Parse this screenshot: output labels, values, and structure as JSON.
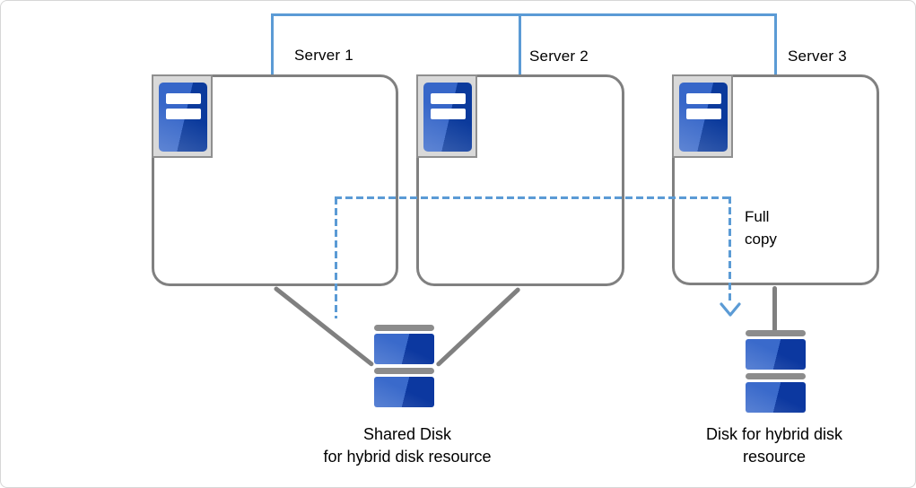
{
  "diagram": {
    "servers": [
      {
        "label": "Server 1"
      },
      {
        "label": "Server 2"
      },
      {
        "label": "Server 3"
      }
    ],
    "full_copy_label": "Full copy",
    "shared_disk_caption": {
      "line1": "Shared Disk",
      "line2": "for hybrid disk resource"
    },
    "standby_disk_caption": {
      "line1": "Disk for hybrid disk",
      "line2": "resource"
    },
    "icons": {
      "server_icon": "server-icon",
      "shared_disk_icon": "disk-stack-icon",
      "standby_disk_icon": "disk-stack-icon",
      "full_copy_arrow": "arrow-down-icon"
    },
    "colors": {
      "interconnect_blue": "#5B9BD5",
      "outline_gray": "#808080",
      "disk_cap_gray": "#8C8C8C",
      "icon_frame_gray": "#D9D9D9",
      "blue_light": "#3767C9",
      "blue_dark": "#0B3A9C",
      "text": "#000000"
    }
  }
}
